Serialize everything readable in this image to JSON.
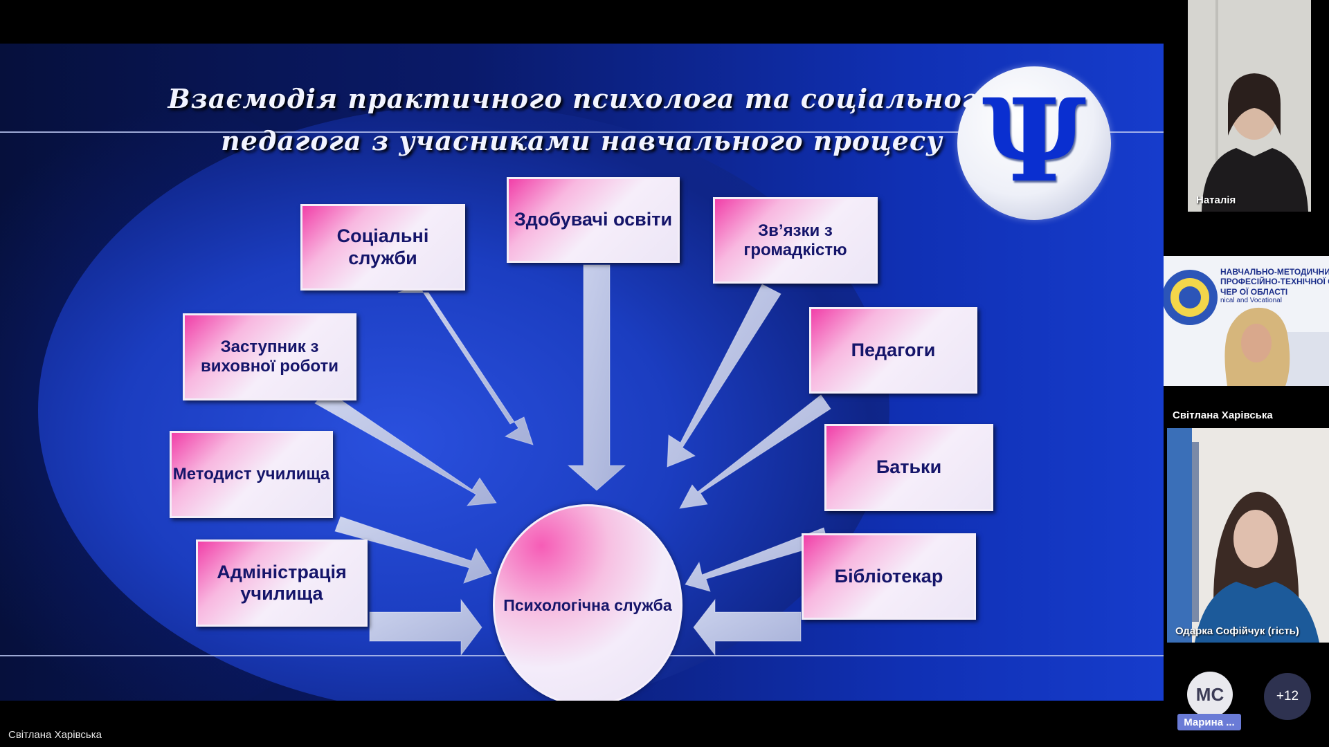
{
  "slide": {
    "title_line1": "Взаємодія практичного психолога  та соціального",
    "title_line2": "педагога з учасниками навчального процесу",
    "logo_symbol": "Ψ",
    "center": "Психологічна служба",
    "boxes": {
      "social_services": "Соціальні служби",
      "students": "Здобувачі освіти",
      "community": "Зв’язки з громадкістю",
      "deputy": "Заступник з виховної роботи",
      "teachers": "Педагоги",
      "methodist": "Методист училища",
      "parents": "Батьки",
      "administration": "Адміністрація училища",
      "librarian": "Бібліотекар"
    }
  },
  "presenter_name": "Світлана Харівська",
  "participants": {
    "tile1_name": "Наталія",
    "tile2_name": "Світлана Харівська",
    "tile2_banner": {
      "line1": "НАВЧАЛЬНО-МЕТОДИЧНИЙ",
      "line2": "ПРОФЕСІЙНО-ТЕХНІЧНОЇ ОСІ",
      "line3": "ЧЕР        ОЇ ОБЛАСТІ",
      "line4": "nical and Vocational"
    },
    "tile3_name": "Одарка Софійчук (гість)",
    "avatar_initials": "МС",
    "avatar_name": "Марина ...",
    "more_count": "+12"
  },
  "colors": {
    "slide_blue": "#1030b4",
    "box_pink": "#f13fa8",
    "box_text": "#15156a",
    "psi_blue": "#0a2fd0"
  }
}
